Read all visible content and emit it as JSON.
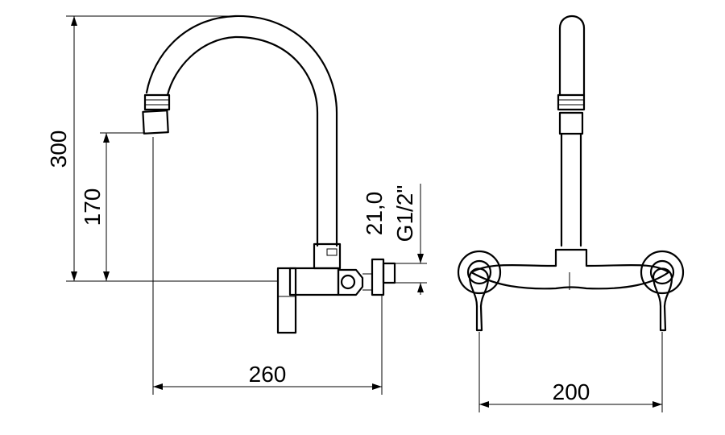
{
  "dimensions": {
    "height_total": "300",
    "height_outlet": "170",
    "connection_size": "21,0",
    "thread": "G1/2\"",
    "reach": "260",
    "width": "200"
  },
  "colors": {
    "line": "#000000",
    "background": "#ffffff"
  }
}
